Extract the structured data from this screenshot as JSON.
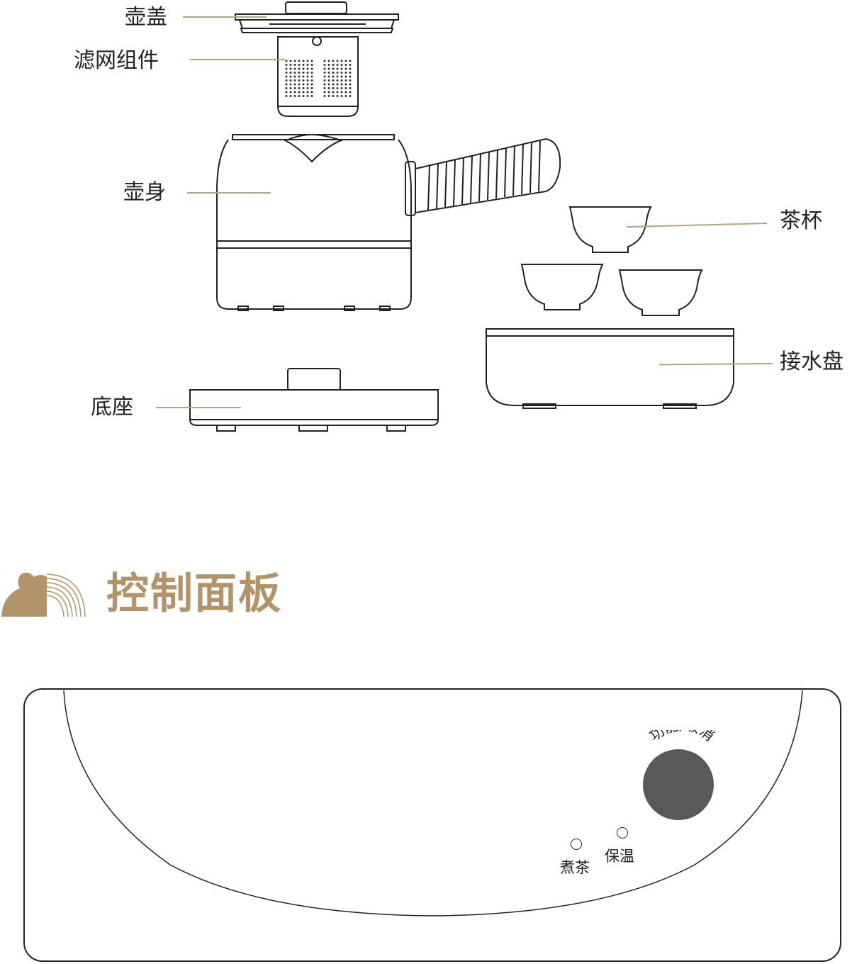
{
  "parts": {
    "lid": "壶盖",
    "filter": "滤网组件",
    "body": "壶身",
    "base": "底座",
    "cups": "茶杯",
    "tray": "接水盘"
  },
  "section": {
    "title": "控制面板"
  },
  "panel": {
    "knob_label": "功能/取消",
    "indicator_cook": "煮茶",
    "indicator_keepwarm": "保温"
  },
  "colors": {
    "accent": "#b39469",
    "leader": "#b9a384",
    "knob": "#595959"
  }
}
